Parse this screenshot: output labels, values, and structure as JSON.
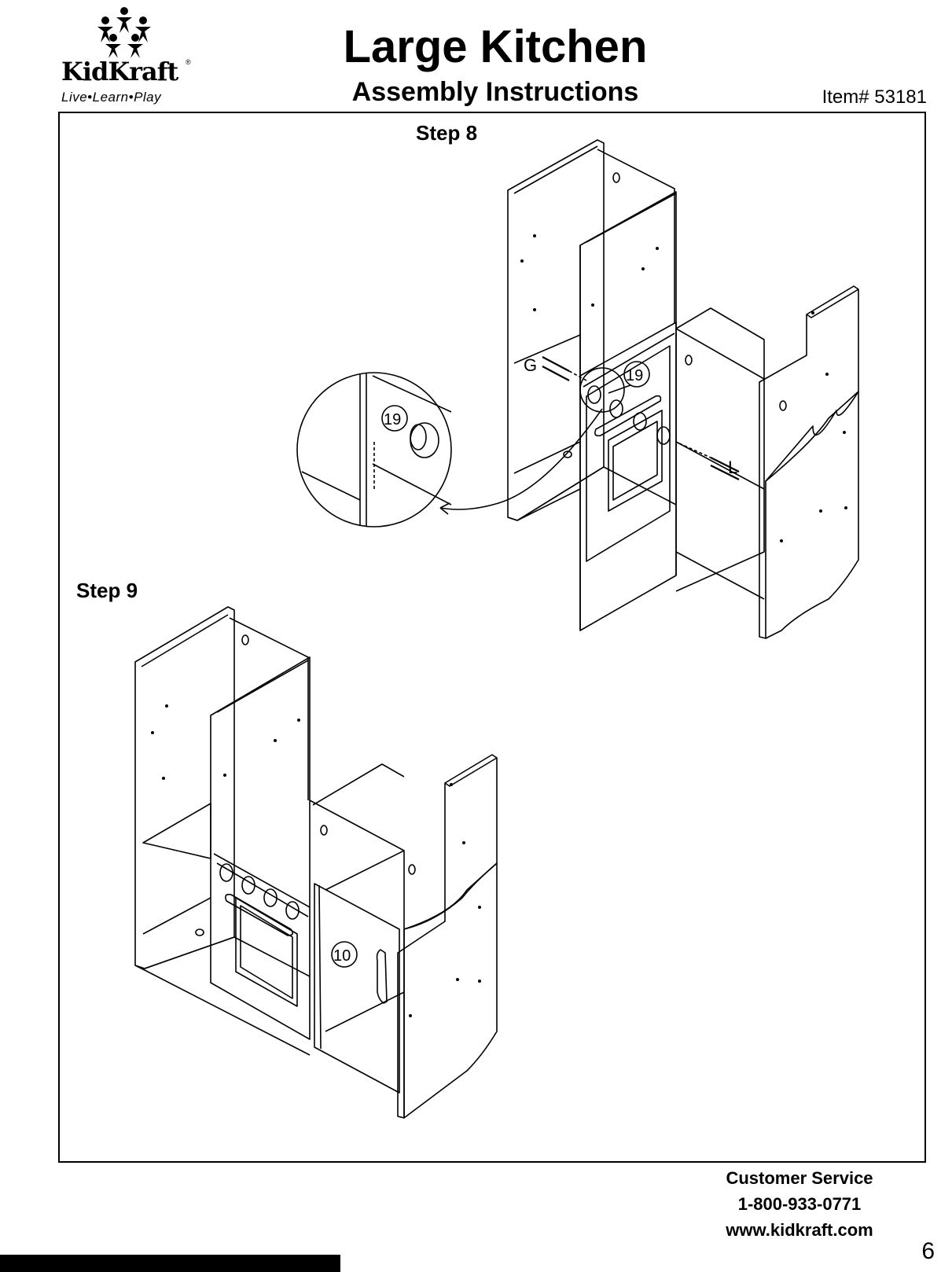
{
  "header": {
    "brand_name": "KidKraft",
    "brand_registered": "®",
    "brand_tagline": "Live•Learn•Play",
    "title": "Large Kitchen",
    "subtitle": "Assembly Instructions",
    "item_number": "Item# 53181"
  },
  "steps": {
    "step8": {
      "label": "Step 8",
      "detail_callout": "19",
      "part_callout": "19",
      "hardware_left": "G",
      "hardware_right": "L"
    },
    "step9": {
      "label": "Step 9",
      "part_callout": "10"
    }
  },
  "footer": {
    "line1": "Customer Service",
    "line2": "1-800-933-0771",
    "line3": "www.kidkraft.com",
    "page_number": "6"
  },
  "icons": [
    "kidkraft-logo-icon",
    "knob-icon",
    "screw-icon"
  ]
}
